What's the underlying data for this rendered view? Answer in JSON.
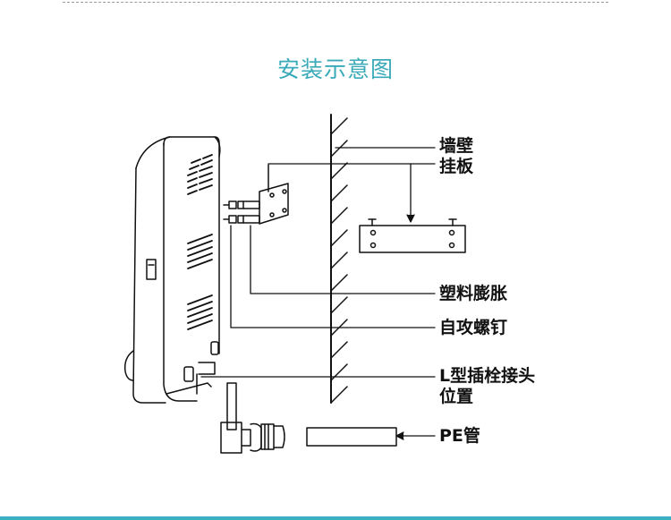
{
  "title": "安装示意图",
  "labels": {
    "wall": "墙壁",
    "hanging_plate": "挂板",
    "plastic_anchor": "塑料膨胀",
    "self_tapping_screw": "自攻螺钉",
    "l_connector_line1": "L型插栓接头",
    "l_connector_line2": "位置",
    "pe_pipe": "PE管"
  },
  "colors": {
    "title": "#3aaab9",
    "accent_bar": "#3ab0c2",
    "line": "#111111"
  }
}
